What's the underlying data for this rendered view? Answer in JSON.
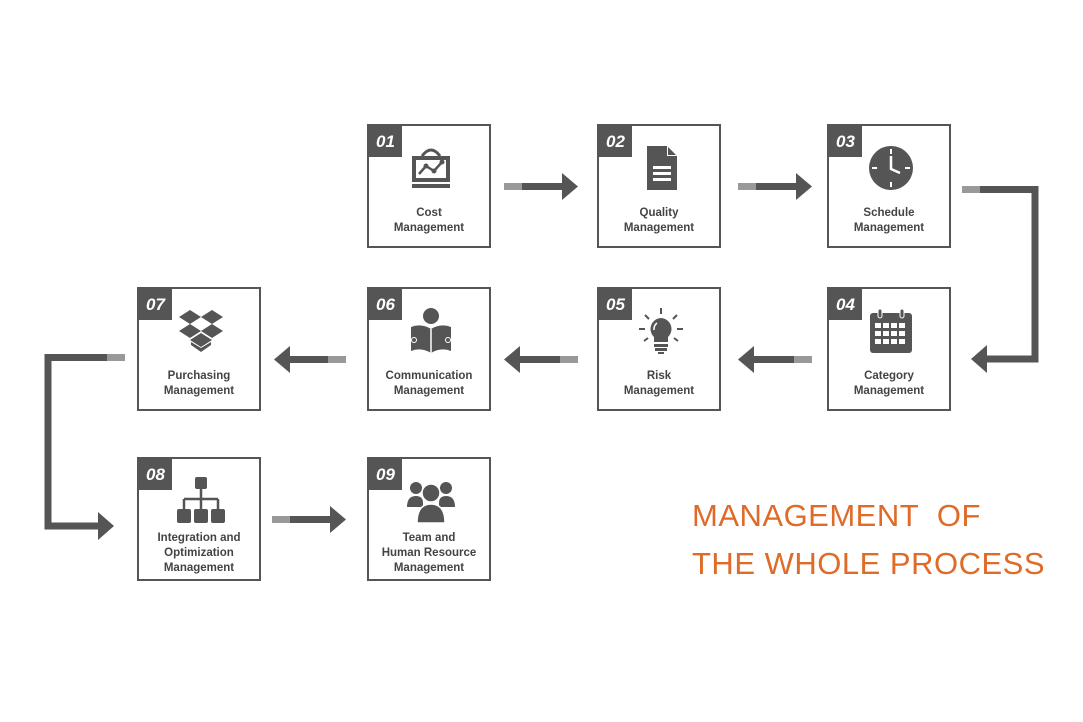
{
  "title": {
    "line1": "MANAGEMENT  OF",
    "line2": "THE WHOLE PROCESS",
    "color": "#e06a27"
  },
  "colors": {
    "box_border": "#555555",
    "arrow": "#555555",
    "arrow_tail": "#999999"
  },
  "steps": [
    {
      "number": "01",
      "lines": [
        "Cost",
        "Management"
      ],
      "icon": "cost-chart-board-icon"
    },
    {
      "number": "02",
      "lines": [
        "Quality",
        "Management"
      ],
      "icon": "document-icon"
    },
    {
      "number": "03",
      "lines": [
        "Schedule",
        "Management"
      ],
      "icon": "clock-icon"
    },
    {
      "number": "04",
      "lines": [
        "Category",
        "Management"
      ],
      "icon": "calendar-icon"
    },
    {
      "number": "05",
      "lines": [
        "Risk",
        "Management"
      ],
      "icon": "lightbulb-icon"
    },
    {
      "number": "06",
      "lines": [
        "Communication",
        "Management"
      ],
      "icon": "reading-person-icon"
    },
    {
      "number": "07",
      "lines": [
        "Purchasing",
        "Management"
      ],
      "icon": "dropbox-boxes-icon"
    },
    {
      "number": "08",
      "lines": [
        "Integration and",
        "Optimization",
        "Management"
      ],
      "icon": "hierarchy-icon"
    },
    {
      "number": "09",
      "lines": [
        "Team and",
        "Human Resource",
        "Management"
      ],
      "icon": "team-icon"
    }
  ]
}
